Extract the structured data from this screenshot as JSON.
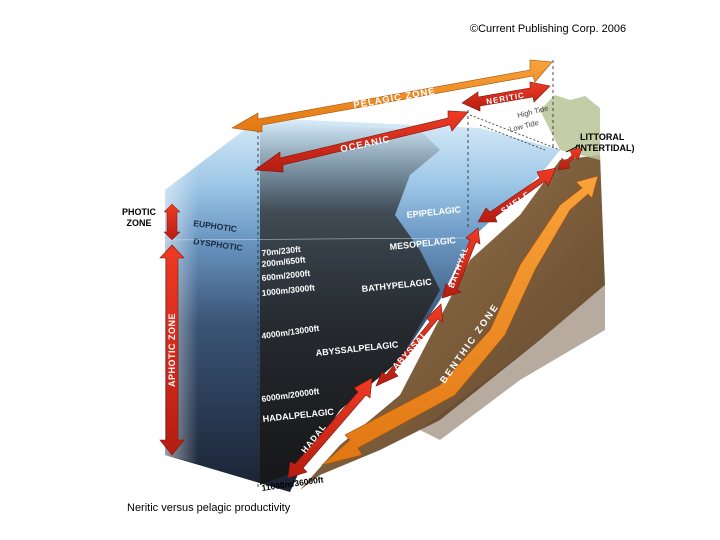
{
  "copyright": "©Current Publishing Corp. 2006",
  "caption": "Neritic versus pelagic productivity",
  "labels": {
    "pelagic_zone": "PELAGIC ZONE",
    "neritic": "NERITIC",
    "oceanic": "OCEANIC",
    "high_tide": "High Tide",
    "low_tide": "Low Tide",
    "littoral": "LITTORAL",
    "intertidal": "(INTERTIDAL)",
    "photic_zone_1": "PHOTIC",
    "photic_zone_2": "ZONE",
    "euphotic": "EUPHOTIC",
    "dysphotic": "DYSPHOTIC",
    "aphotic_zone": "APHOTIC ZONE",
    "epipelagic": "EPIPELAGIC",
    "mesopelagic": "MESOPELAGIC",
    "bathypelagic": "BATHYPELAGIC",
    "abyssalpelagic": "ABYSSALPELAGIC",
    "hadalpelagic": "HADALPELAGIC",
    "shelf": "SHELF",
    "bathyal": "BATHYAL",
    "abyssal": "ABYSSAL",
    "hadal": "HADAL",
    "benthic_zone": "BENTHIC ZONE"
  },
  "depths": {
    "d70": "70m/230ft",
    "d200": "200m/650ft",
    "d600": "600m/2000ft",
    "d1000": "1000m/3000ft",
    "d4000": "4000m/13000ft",
    "d6000": "6000m/20000ft",
    "d11000": "11000m/36000ft"
  },
  "colors": {
    "pelagic_arrow": "#f08a1c",
    "red_arrow": "#d8261a",
    "ocean_top": "#c9e2f5",
    "ocean_deep": "#1d2b44",
    "seafloor": "#8a6a45"
  }
}
